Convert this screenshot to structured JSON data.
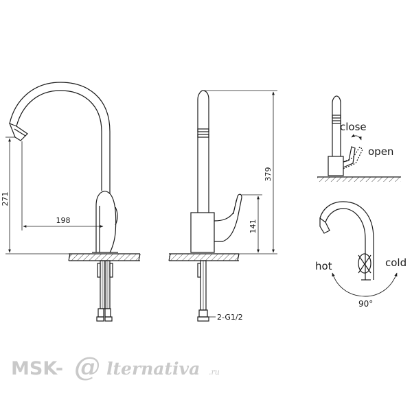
{
  "dimensions": {
    "spout_height": "271",
    "spout_reach": "198",
    "total_height": "379",
    "body_height": "141",
    "connection": "2-G1/2"
  },
  "operation": {
    "close_label": "close",
    "open_label": "open",
    "hot_label": "hot",
    "cold_label": "cold",
    "rotation_label": "90°"
  },
  "watermark": {
    "brand": "MSK-",
    "at_symbol": "@",
    "tail": "lternativa",
    "suffix": ".ru"
  },
  "colors": {
    "line": "#1a1a1a",
    "watermark": "#c9c9c9"
  }
}
